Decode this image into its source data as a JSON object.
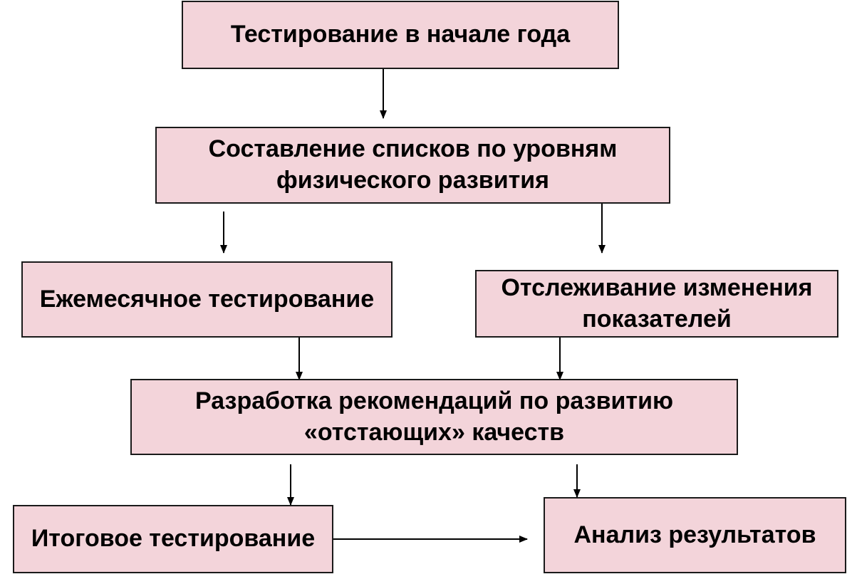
{
  "nodes": {
    "start": {
      "label": "Тестирование в начале года"
    },
    "lists": {
      "label": "Составление списков по уровням физического развития"
    },
    "monthly": {
      "label": "Ежемесячное тестирование"
    },
    "tracking": {
      "label": "Отслеживание изменения показателей"
    },
    "recommendations": {
      "label": "Разработка рекомендаций по развитию «отстающих» качеств"
    },
    "final": {
      "label": "Итоговое тестирование"
    },
    "analysis": {
      "label": "Анализ результатов"
    }
  },
  "colors": {
    "box_fill": "#f3d4da",
    "box_border": "#1a1a1a",
    "arrow": "#000000"
  }
}
